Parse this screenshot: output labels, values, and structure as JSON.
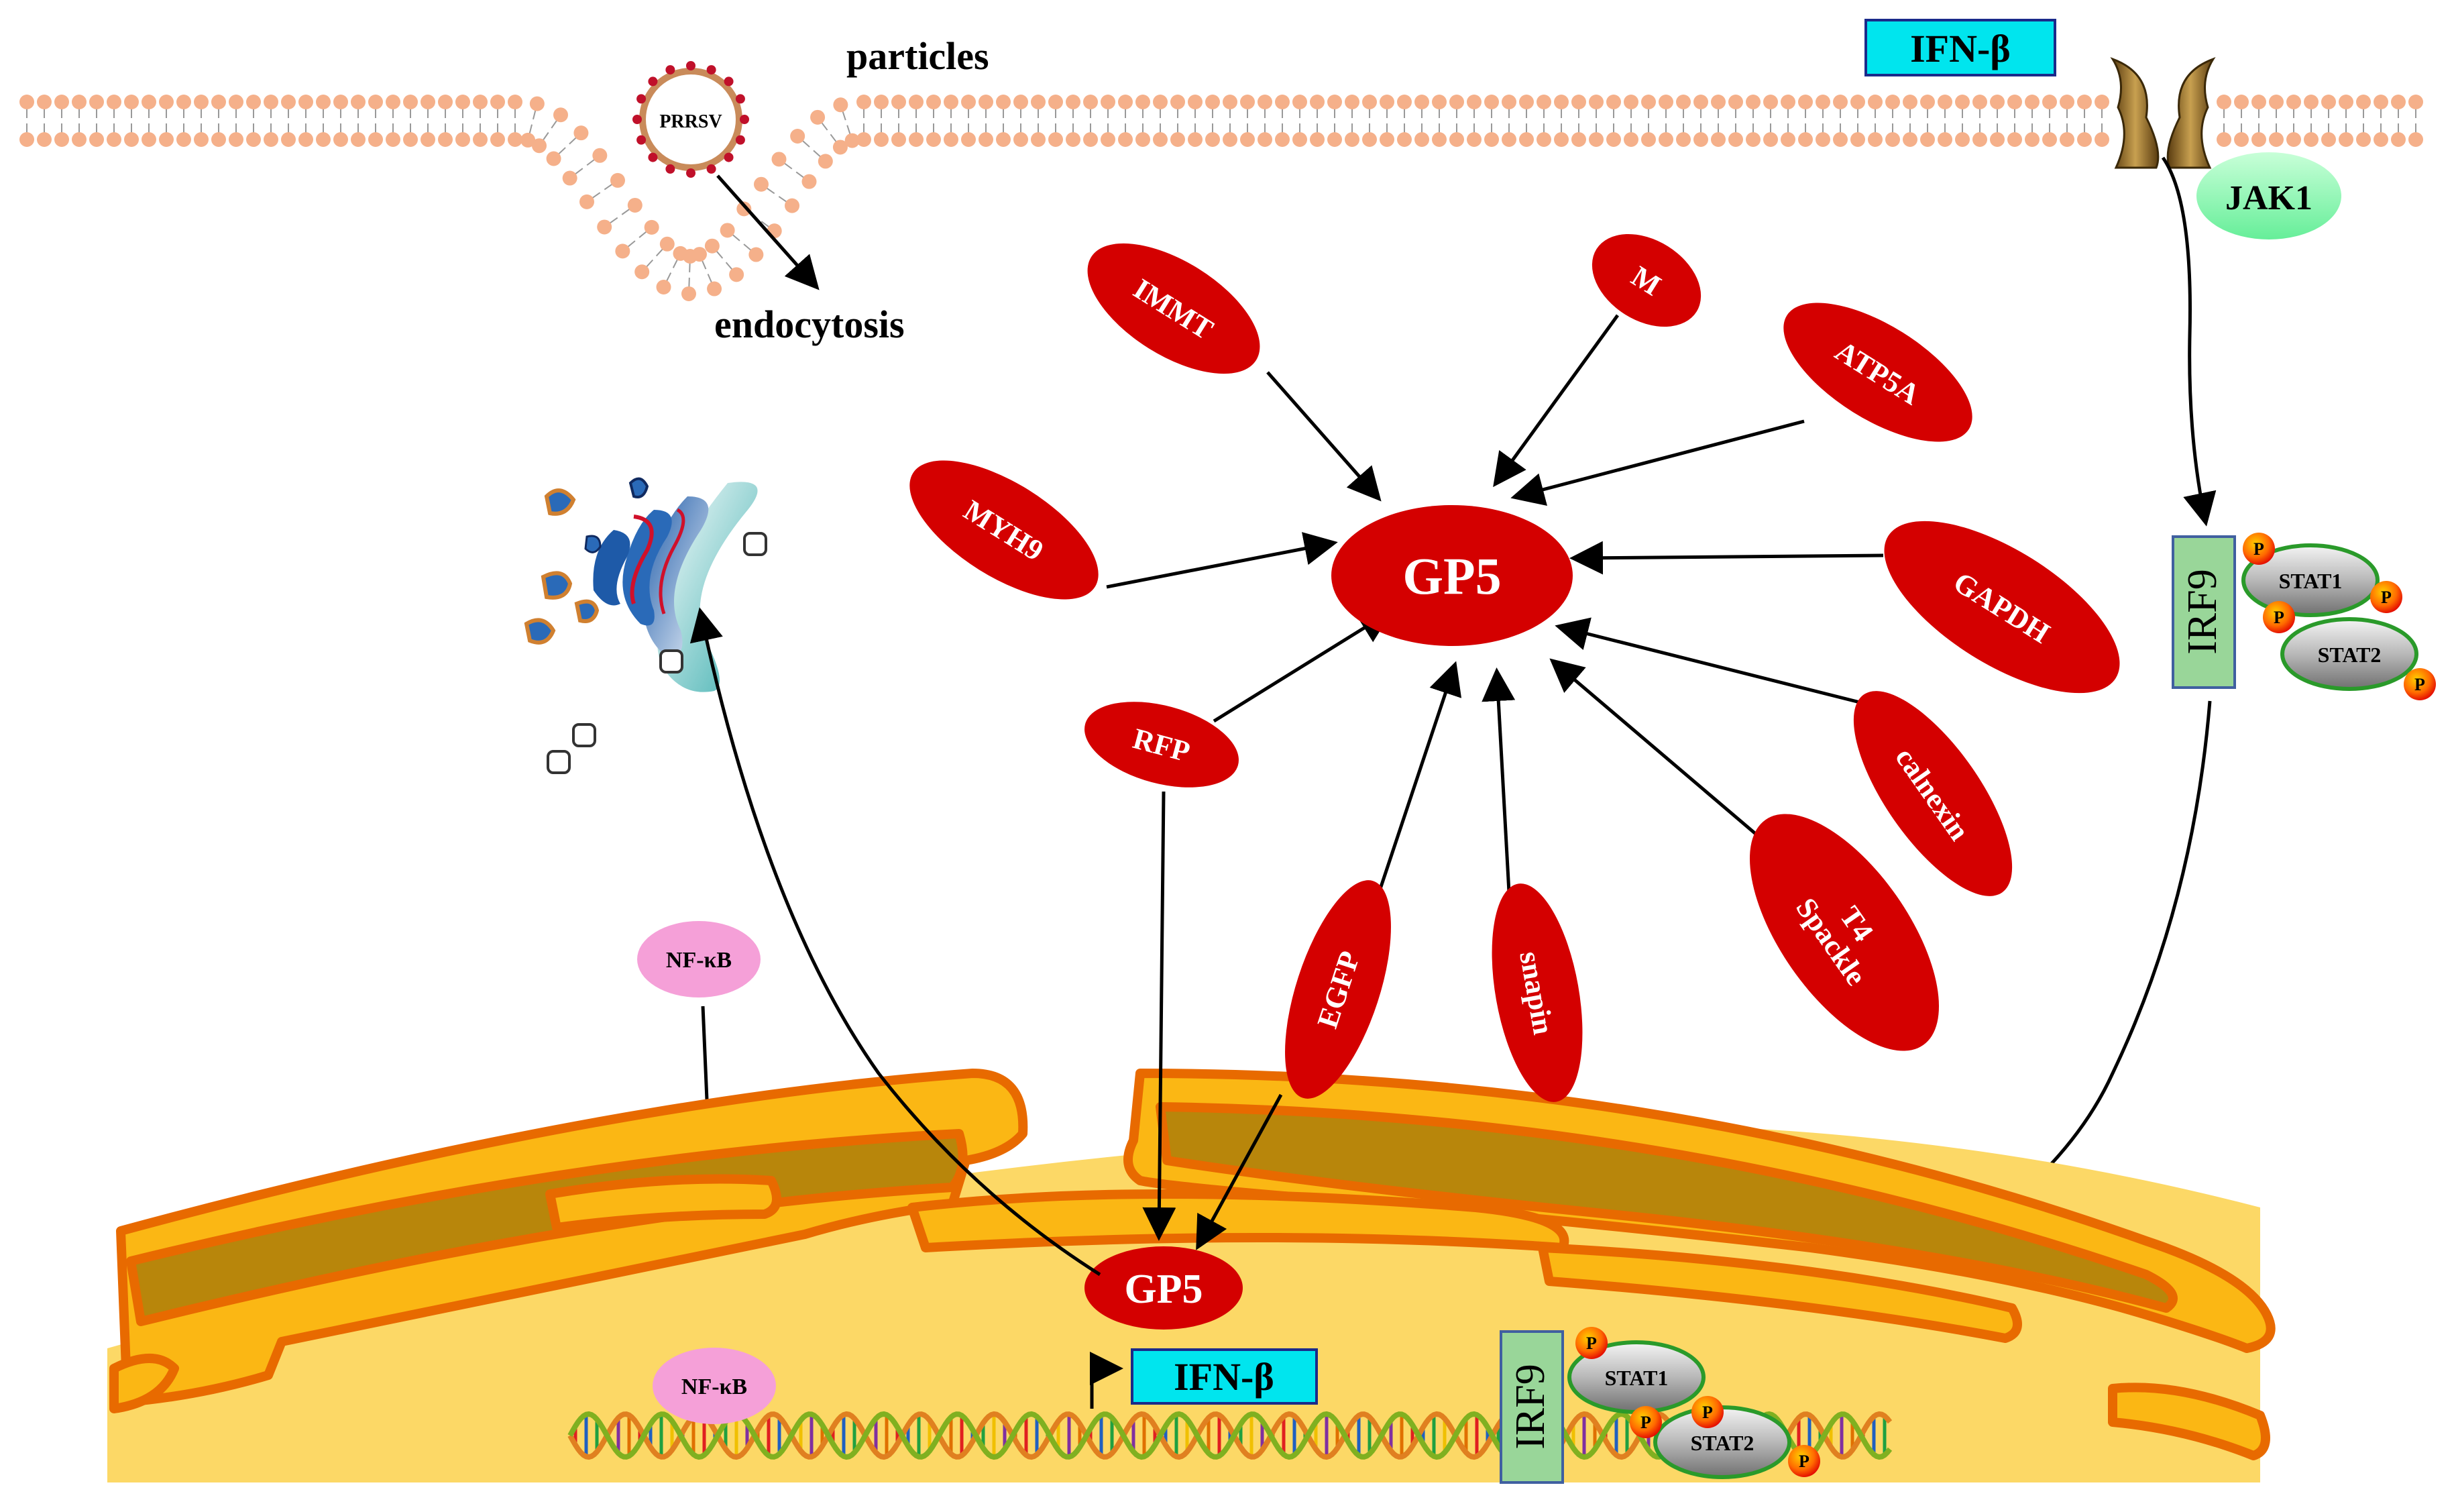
{
  "labels": {
    "particles": "particles",
    "prrsv": "PRRSV",
    "endocytosis": "endocytosis",
    "ifnb_top": "IFN-β",
    "jak1": "JAK1",
    "irf9_top": "IRF9",
    "stat1_top": "STAT1",
    "stat2_top": "STAT2",
    "gp5_center": "GP5",
    "nfkb_cyto": "NF-κB",
    "nfkb_nuc": "NF-κB",
    "gp5_nuc": "GP5",
    "ifnb_nuc": "IFN-β",
    "irf9_nuc": "IRF9",
    "stat1_nuc": "STAT1",
    "stat2_nuc": "STAT2",
    "phospho": "P"
  },
  "interactors": [
    {
      "id": "immt",
      "lines": [
        "IMMT"
      ]
    },
    {
      "id": "m",
      "lines": [
        "M"
      ]
    },
    {
      "id": "atp5a",
      "lines": [
        "ATP5A"
      ]
    },
    {
      "id": "myh9",
      "lines": [
        "MYH9"
      ]
    },
    {
      "id": "gapdh",
      "lines": [
        "GAPDH"
      ]
    },
    {
      "id": "rfp",
      "lines": [
        "RFP"
      ]
    },
    {
      "id": "calnexin",
      "lines": [
        "calnexin"
      ]
    },
    {
      "id": "egfp",
      "lines": [
        "EGFP"
      ]
    },
    {
      "id": "snapin",
      "lines": [
        "snapin"
      ]
    },
    {
      "id": "t4spackle",
      "lines": [
        "T4",
        "Spackle"
      ]
    }
  ],
  "colors": {
    "protein_red": "#d40000",
    "membrane_head": "#f5b08a",
    "ifn_box": "#00e5ee",
    "irf9_box": "#99d699",
    "jak1": "#88f5b0",
    "nfkb": "#f5a0d8",
    "nucleus_fill": "#fcd866",
    "er_fill": "#fbb714",
    "er_stroke": "#e86a00",
    "phospho": "#e81010"
  }
}
